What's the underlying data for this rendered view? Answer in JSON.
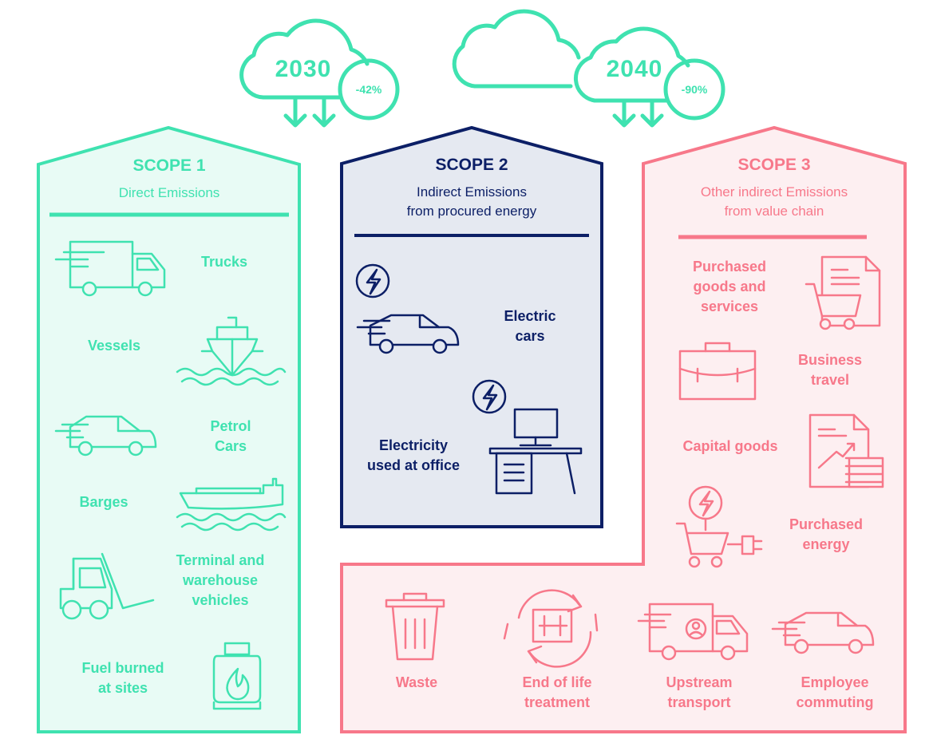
{
  "colors": {
    "scope1": "#3fe2b0",
    "scope1_fill": "#e8fbf5",
    "scope2": "#0c1f66",
    "scope2_fill": "#e5e9f1",
    "scope3": "#f7788a",
    "scope3_fill": "#fdeff1"
  },
  "targets": [
    {
      "year": "2030",
      "reduction": "-42%"
    },
    {
      "year": "2040",
      "reduction": "-90%"
    }
  ],
  "scope1": {
    "title": "SCOPE 1",
    "subtitle": "Direct Emissions",
    "items": {
      "trucks": "Trucks",
      "vessels": "Vessels",
      "petrol_cars": "Petrol\nCars",
      "barges": "Barges",
      "terminal": "Terminal and\nwarehouse\nvehicles",
      "fuel": "Fuel burned\nat sites"
    }
  },
  "scope2": {
    "title": "SCOPE 2",
    "subtitle": "Indirect Emissions\nfrom procured energy",
    "items": {
      "electric_cars": "Electric\ncars",
      "electricity_office": "Electricity\nused at office"
    }
  },
  "scope3": {
    "title": "SCOPE 3",
    "subtitle": "Other indirect Emissions\nfrom value chain",
    "items": {
      "purchased_goods": "Purchased\ngoods and\nservices",
      "business_travel": "Business\ntravel",
      "capital_goods": "Capital goods",
      "purchased_energy": "Purchased\nenergy",
      "waste": "Waste",
      "end_of_life": "End of life\ntreatment",
      "upstream": "Upstream\ntransport",
      "commuting": "Employee\ncommuting"
    }
  }
}
